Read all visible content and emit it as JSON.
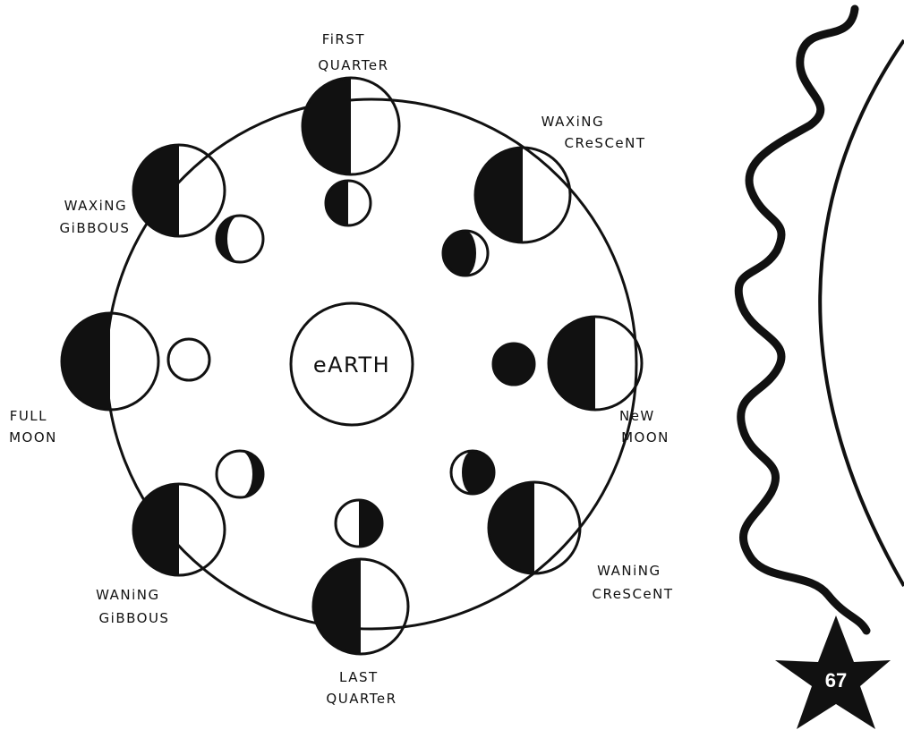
{
  "earth_label": "eARTH",
  "page_number": "67",
  "phases": {
    "first_quarter": {
      "line1": "FiRST",
      "line2": "QUARTeR"
    },
    "waxing_crescent": {
      "line1": "WAXiNG",
      "line2": "CReSCeNT"
    },
    "waxing_gibbous": {
      "line1": "WAXiNG",
      "line2": "GiBBOUS"
    },
    "full_moon": {
      "line1": "FULL",
      "line2": "MOON"
    },
    "new_moon": {
      "line1": "NeW",
      "line2": "MOON"
    },
    "waning_gibbous": {
      "line1": "WANiNG",
      "line2": "GiBBOUS"
    },
    "waning_crescent": {
      "line1": "WANiNG",
      "line2": "CReSCeNT"
    },
    "last_quarter": {
      "line1": "LAST",
      "line2": "QUARTeR"
    }
  },
  "colors": {
    "ink": "#111111",
    "paper": "#ffffff"
  }
}
